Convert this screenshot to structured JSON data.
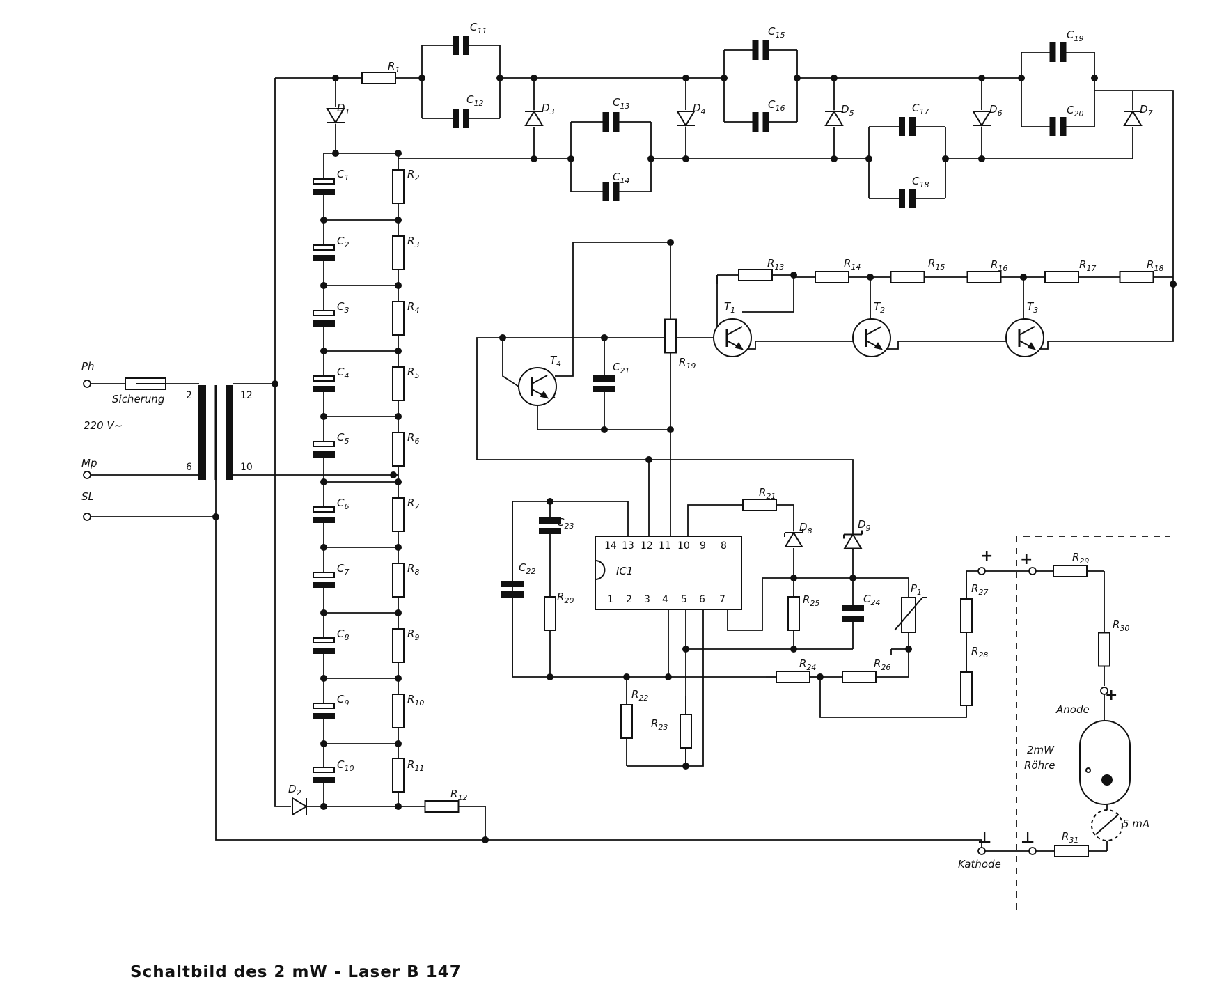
{
  "caption": "Schaltbild des 2 mW - Laser B 147",
  "terminals": {
    "ph": "Ph",
    "mp": "Mp",
    "sl": "SL",
    "fuse": "Sicherung",
    "voltage": "220 V~"
  },
  "transformer_pins": {
    "p2": "2",
    "p6": "6",
    "p12": "12",
    "p10": "10"
  },
  "ic": {
    "name": "IC1",
    "top_pins": [
      "14",
      "13",
      "12",
      "11",
      "10",
      "9",
      "8"
    ],
    "bottom_pins": [
      "1",
      "2",
      "3",
      "4",
      "5",
      "6",
      "7"
    ]
  },
  "output": {
    "anode": "Anode",
    "tube_line1": "2mW",
    "tube_line2": "Röhre",
    "meter": "5 mA",
    "cathode": "Kathode",
    "plus": "+",
    "ground": "⊥"
  },
  "components": {
    "r": [
      "R1",
      "R2",
      "R3",
      "R4",
      "R5",
      "R6",
      "R7",
      "R8",
      "R9",
      "R10",
      "R11",
      "R12",
      "R13",
      "R14",
      "R15",
      "R16",
      "R17",
      "R18",
      "R19",
      "R20",
      "R21",
      "R22",
      "R23",
      "R24",
      "R25",
      "R26",
      "R27",
      "R28",
      "R29",
      "R30",
      "R31"
    ],
    "c": [
      "C1",
      "C2",
      "C3",
      "C4",
      "C5",
      "C6",
      "C7",
      "C8",
      "C9",
      "C10",
      "C11",
      "C12",
      "C13",
      "C14",
      "C15",
      "C16",
      "C17",
      "C18",
      "C19",
      "C20",
      "C21",
      "C22",
      "C23",
      "C24"
    ],
    "d": [
      "D1",
      "D2",
      "D3",
      "D4",
      "D5",
      "D6",
      "D7",
      "D8",
      "D9"
    ],
    "t": [
      "T1",
      "T2",
      "T3",
      "T4"
    ],
    "p": [
      "P1"
    ]
  }
}
